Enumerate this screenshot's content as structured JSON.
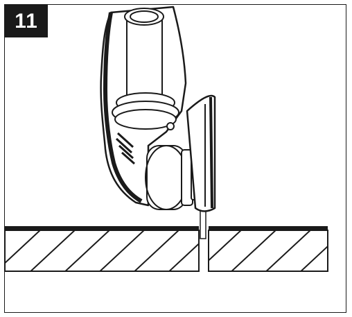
{
  "step": {
    "number": "11"
  },
  "colors": {
    "ink": "#1a1a1a",
    "paper": "#ffffff",
    "badge_bg": "#1a1a1a",
    "badge_text": "#ffffff"
  },
  "icons": [
    "angle-grinder-illustration",
    "cut-slot-workpiece"
  ]
}
